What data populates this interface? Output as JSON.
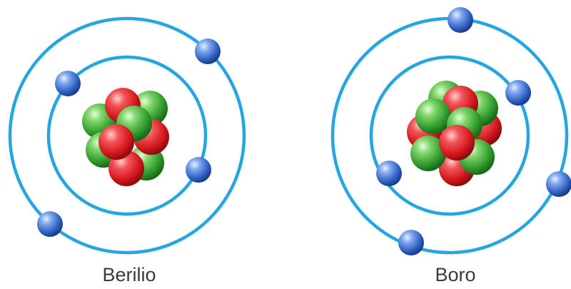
{
  "atoms": [
    {
      "label": "Berilio",
      "protons": 4,
      "neutrons": 5,
      "electron_shells": [
        2,
        2
      ]
    },
    {
      "label": "Boro",
      "protons": 5,
      "neutrons": 6,
      "electron_shells": [
        2,
        3
      ]
    }
  ],
  "colors": {
    "orbit": "#25a6e3",
    "proton": "#e8262b",
    "neutron": "#3dae3b",
    "electron": "#3f6fd0",
    "label_text": "#3a3a3a"
  }
}
